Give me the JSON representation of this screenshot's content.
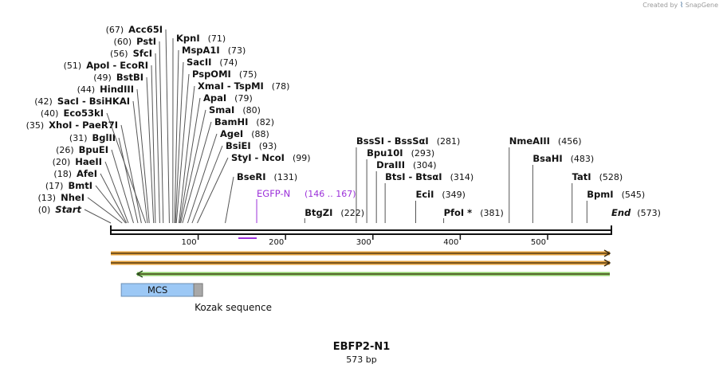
{
  "credit": {
    "prefix": "Created by",
    "brand": "SnapGene"
  },
  "plasmid": {
    "name": "EBFP2-N1",
    "length_label": "573 bp",
    "length": 573
  },
  "ruler": {
    "ticks": [
      100,
      200,
      300,
      400,
      500
    ],
    "labels": [
      "100",
      "200",
      "300",
      "400",
      "500"
    ]
  },
  "left_sites": [
    {
      "pos": 0,
      "pos_label": "(0)",
      "name": "Start",
      "italic": true
    },
    {
      "pos": 13,
      "pos_label": "(13)",
      "name": "NheI"
    },
    {
      "pos": 17,
      "pos_label": "(17)",
      "name": "BmtI"
    },
    {
      "pos": 18,
      "pos_label": "(18)",
      "name": "AfeI"
    },
    {
      "pos": 20,
      "pos_label": "(20)",
      "name": "HaeII"
    },
    {
      "pos": 26,
      "pos_label": "(26)",
      "name": "BpuEI"
    },
    {
      "pos": 31,
      "pos_label": "(31)",
      "name": "BglII"
    },
    {
      "pos": 35,
      "pos_label": "(35)",
      "name": "XhoI",
      "name2": "PaeR7I"
    },
    {
      "pos": 40,
      "pos_label": "(40)",
      "name": "Eco53kI"
    },
    {
      "pos": 42,
      "pos_label": "(42)",
      "name": "SacI",
      "name2": "BsiHKAI"
    },
    {
      "pos": 44,
      "pos_label": "(44)",
      "name": "HindIII"
    },
    {
      "pos": 49,
      "pos_label": "(49)",
      "name": "BstBI"
    },
    {
      "pos": 51,
      "pos_label": "(51)",
      "name": "ApoI",
      "name2": "EcoRI"
    },
    {
      "pos": 56,
      "pos_label": "(56)",
      "name": "SfcI"
    },
    {
      "pos": 60,
      "pos_label": "(60)",
      "name": "PstI"
    },
    {
      "pos": 67,
      "pos_label": "(67)",
      "name": "Acc65I"
    }
  ],
  "right_sites": [
    {
      "pos": 71,
      "pos_label": "(71)",
      "name": "KpnI"
    },
    {
      "pos": 73,
      "pos_label": "(73)",
      "name": "MspA1I"
    },
    {
      "pos": 74,
      "pos_label": "(74)",
      "name": "SacII"
    },
    {
      "pos": 75,
      "pos_label": "(75)",
      "name": "PspOMI"
    },
    {
      "pos": 78,
      "pos_label": "(78)",
      "name": "XmaI",
      "name2": "TspMI"
    },
    {
      "pos": 79,
      "pos_label": "(79)",
      "name": "ApaI"
    },
    {
      "pos": 80,
      "pos_label": "(80)",
      "name": "SmaI"
    },
    {
      "pos": 82,
      "pos_label": "(82)",
      "name": "BamHI"
    },
    {
      "pos": 88,
      "pos_label": "(88)",
      "name": "AgeI"
    },
    {
      "pos": 93,
      "pos_label": "(93)",
      "name": "BsiEI"
    },
    {
      "pos": 99,
      "pos_label": "(99)",
      "name": "StyI",
      "name2": "NcoI"
    },
    {
      "pos": 131,
      "pos_label": "(131)",
      "name": "BseRI"
    }
  ],
  "high_sites": [
    {
      "pos": 281,
      "pos_label": "(281)",
      "name": "BssSI",
      "name2": "BssSαI"
    },
    {
      "pos": 293,
      "pos_label": "(293)",
      "name": "Bpu10I"
    },
    {
      "pos": 304,
      "pos_label": "(304)",
      "name": "DraIII"
    },
    {
      "pos": 314,
      "pos_label": "(314)",
      "name": "BtsI",
      "name2": "BtsαI"
    },
    {
      "pos": 349,
      "pos_label": "(349)",
      "name": "EciI"
    },
    {
      "pos": 456,
      "pos_label": "(456)",
      "name": "NmeAIII"
    },
    {
      "pos": 483,
      "pos_label": "(483)",
      "name": "BsaHI"
    },
    {
      "pos": 528,
      "pos_label": "(528)",
      "name": "TatI"
    },
    {
      "pos": 545,
      "pos_label": "(545)",
      "name": "BpmI"
    }
  ],
  "low_sites": [
    {
      "pos": 222,
      "pos_label": "(222)",
      "name": "BtgZI"
    },
    {
      "pos": 381,
      "pos_label": "(381)",
      "name": "PfoI *"
    },
    {
      "pos": 573,
      "pos_label": "(573)",
      "name": "End",
      "italic": true
    }
  ],
  "feature_label": {
    "name": "EGFP-N",
    "range": "(146 .. 167)",
    "start": 146,
    "end": 167,
    "color": "#9b30d9"
  },
  "tracks": [
    {
      "name": "orf-forward-1",
      "start": 0,
      "end": 573,
      "direction": "right",
      "color": "#e6a23c"
    },
    {
      "name": "orf-forward-2",
      "start": 0,
      "end": 573,
      "direction": "right",
      "color": "#e6a23c"
    },
    {
      "name": "orf-reverse",
      "start": 30,
      "end": 573,
      "direction": "left",
      "color": "#8fd26a"
    }
  ],
  "mcs": {
    "label": "MCS",
    "start": 12,
    "end": 95,
    "color": "#9cc8f5"
  },
  "kozak": {
    "label": "Kozak sequence",
    "start": 95,
    "end": 105,
    "color": "#a8a8a8"
  }
}
